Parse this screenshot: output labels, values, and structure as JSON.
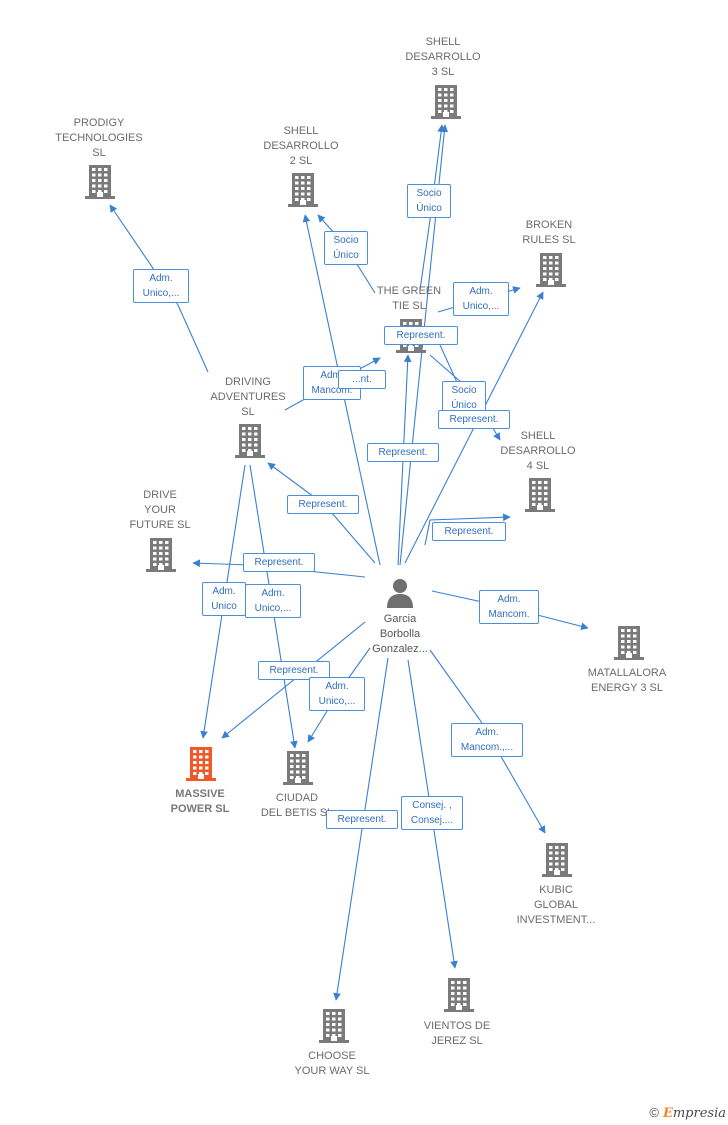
{
  "center": {
    "label_lines": [
      "Garcia",
      "Borbolla",
      "Gonzalez..."
    ]
  },
  "companies": [
    {
      "id": "shell3",
      "lines": [
        "SHELL",
        "DESARROLLO",
        "3  SL"
      ]
    },
    {
      "id": "prodigy",
      "lines": [
        "PRODIGY",
        "TECHNOLOGIES",
        "SL"
      ]
    },
    {
      "id": "shell2",
      "lines": [
        "SHELL",
        "DESARROLLO",
        "2  SL"
      ]
    },
    {
      "id": "broken",
      "lines": [
        "BROKEN",
        "RULES  SL"
      ]
    },
    {
      "id": "greentie",
      "lines": [
        "THE GREEN",
        "TIE  SL"
      ]
    },
    {
      "id": "driving",
      "lines": [
        "DRIVING",
        "ADVENTURES",
        "SL"
      ]
    },
    {
      "id": "shell4",
      "lines": [
        "SHELL",
        "DESARROLLO",
        "4  SL"
      ]
    },
    {
      "id": "drive",
      "lines": [
        "DRIVE",
        "YOUR",
        "FUTURE  SL"
      ]
    },
    {
      "id": "matallalora",
      "lines": [
        "MATALLALORA",
        "ENERGY 3 SL"
      ]
    },
    {
      "id": "massive",
      "lines": [
        "MASSIVE",
        "POWER  SL"
      ]
    },
    {
      "id": "ciudad",
      "lines": [
        "CIUDAD",
        "DEL BETIS  SL"
      ]
    },
    {
      "id": "kubic",
      "lines": [
        "KUBIC",
        "GLOBAL",
        "INVESTMENT..."
      ]
    },
    {
      "id": "choose",
      "lines": [
        "CHOOSE",
        "YOUR WAY  SL"
      ]
    },
    {
      "id": "vientos",
      "lines": [
        "VIENTOS DE",
        "JEREZ SL"
      ]
    }
  ],
  "relations": [
    {
      "id": "r_shell3",
      "lines": [
        "Socio",
        "Único"
      ]
    },
    {
      "id": "r_shell2",
      "lines": [
        "Socio",
        "Único"
      ]
    },
    {
      "id": "r_prodigy",
      "lines": [
        "Adm.",
        "Unico,..."
      ]
    },
    {
      "id": "r_broken",
      "lines": [
        "Adm.",
        "Unico,..."
      ]
    },
    {
      "id": "r_greentie",
      "lines": [
        "Represent."
      ]
    },
    {
      "id": "r_driving_hidden",
      "lines": [
        "Adm.",
        "Mancom."
      ]
    },
    {
      "id": "r_driving_green",
      "lines": [
        "...nt."
      ]
    },
    {
      "id": "r_shell4_socio",
      "lines": [
        "Socio",
        "Único"
      ]
    },
    {
      "id": "r_shell4_rep",
      "lines": [
        "Represent."
      ]
    },
    {
      "id": "r_center_green",
      "lines": [
        "Represent."
      ]
    },
    {
      "id": "r_driving",
      "lines": [
        "Represent."
      ]
    },
    {
      "id": "r_shell4",
      "lines": [
        "Represent."
      ]
    },
    {
      "id": "r_drive",
      "lines": [
        "Represent."
      ]
    },
    {
      "id": "r_massive_adm",
      "lines": [
        "Adm.",
        "Unico"
      ]
    },
    {
      "id": "r_ciudad_adm",
      "lines": [
        "Adm.",
        "Unico,..."
      ]
    },
    {
      "id": "r_matallalora",
      "lines": [
        "Adm.",
        "Mancom."
      ]
    },
    {
      "id": "r_massive_rep",
      "lines": [
        "Represent."
      ]
    },
    {
      "id": "r_ciudad2",
      "lines": [
        "Adm.",
        "Unico,..."
      ]
    },
    {
      "id": "r_kubic",
      "lines": [
        "Adm.",
        "Mancom.,..."
      ]
    },
    {
      "id": "r_choose",
      "lines": [
        "Represent."
      ]
    },
    {
      "id": "r_vientos",
      "lines": [
        "Consej. ,",
        "Consej...."
      ]
    }
  ],
  "colors": {
    "edge": "#3a80d2",
    "building": "#7a7a7a",
    "focal_building": "#f0582a",
    "person": "#707070"
  },
  "footer": {
    "copyright": "©",
    "brand_e": "E",
    "brand_rest": "mpresia"
  }
}
